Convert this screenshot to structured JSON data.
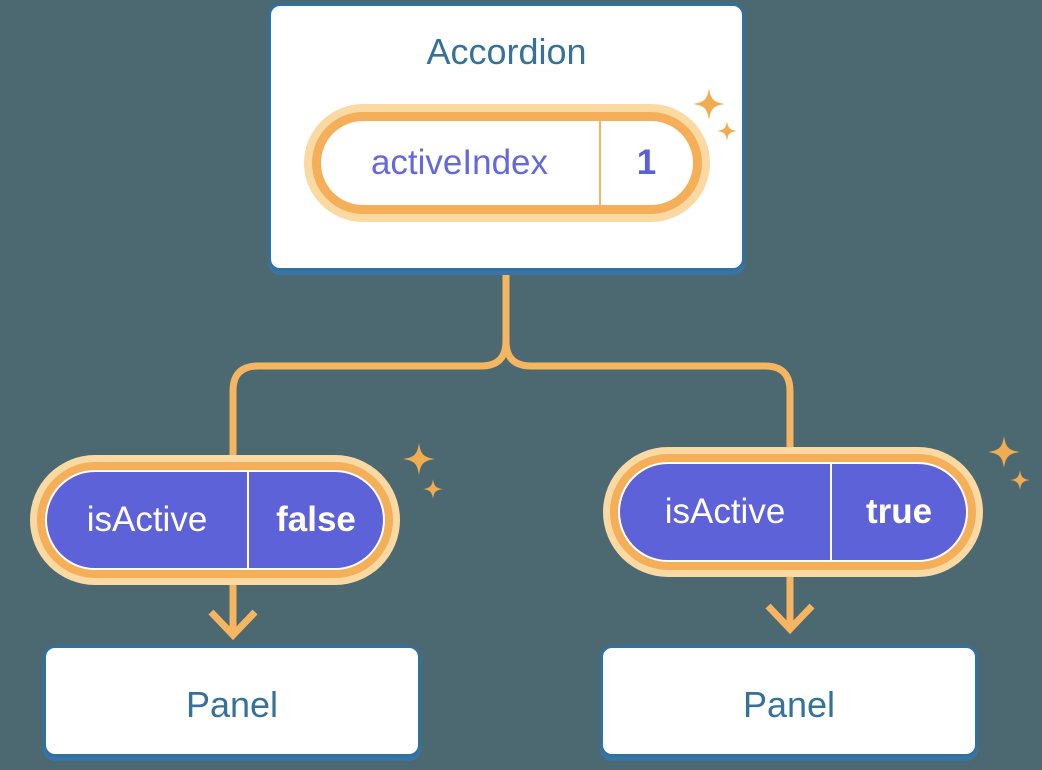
{
  "accordion": {
    "title": "Accordion",
    "state": {
      "label": "activeIndex",
      "value": "1"
    }
  },
  "props": [
    {
      "label": "isActive",
      "value": "false"
    },
    {
      "label": "isActive",
      "value": "true"
    }
  ],
  "panels": [
    {
      "label": "Panel"
    },
    {
      "label": "Panel"
    }
  ],
  "colors": {
    "background": "#4C6972",
    "card_fill": "#FFFFFF",
    "card_border": "#31719F",
    "card_shadow": "#3A74A4",
    "heading_text": "#35719A",
    "state_label_text": "#6468DE",
    "state_value_text": "#5B5FD6",
    "prop_fill": "#5E62D9",
    "prop_text": "#FFFFFF",
    "ring_inner_orange": "#F4AF58",
    "ring_outer_orange": "#FBD9A2",
    "connector_orange": "#F5B561",
    "sparkle_orange": "#EFAC50"
  }
}
